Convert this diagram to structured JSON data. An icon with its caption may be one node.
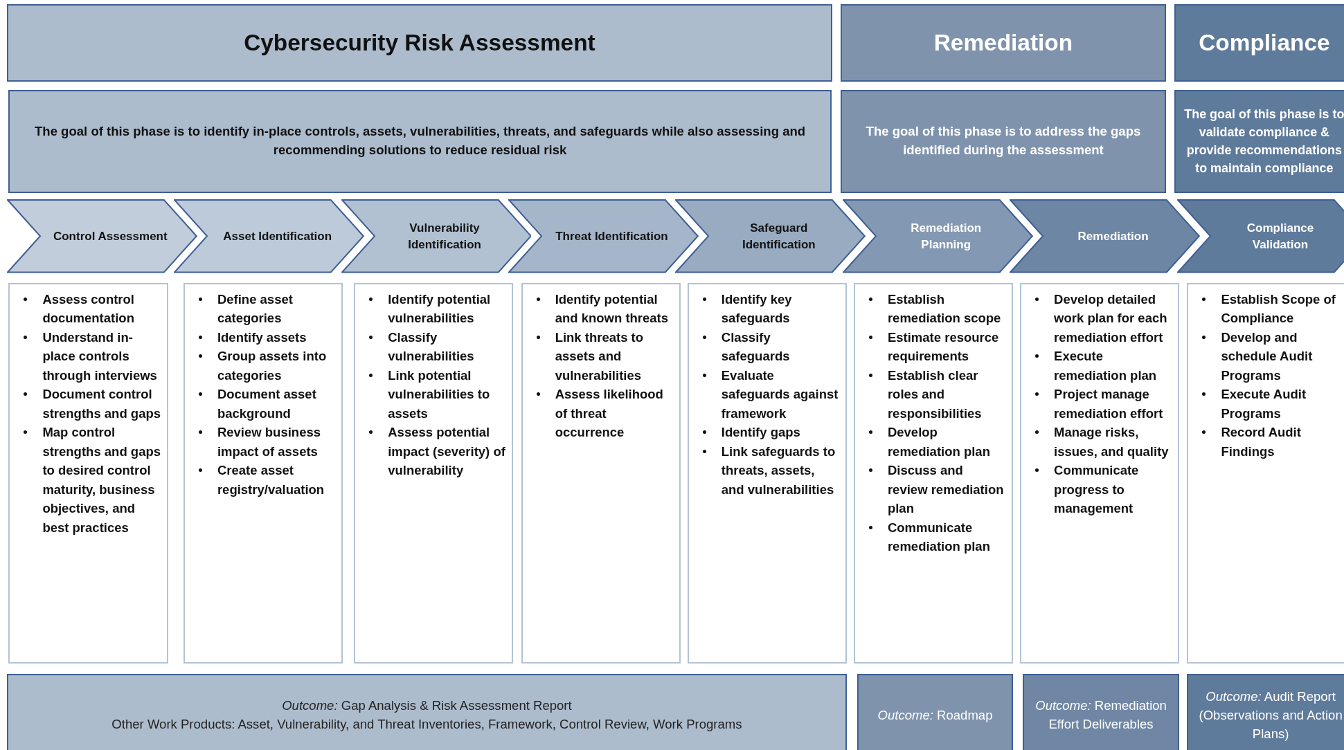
{
  "diagram": {
    "nodes": [
      {
        "text": [
          "Cybersecurity Risk Assessment"
        ]
      },
      {
        "text": [
          "Remediation"
        ]
      },
      {
        "text": [
          "Compliance"
        ]
      },
      {
        "text": [
          "The goal of this phase is to identify in-place controls, assets, vulnerabilities, threats, and safeguards while also assessing and recommending solutions to reduce residual risk"
        ]
      },
      {
        "text": [
          "The goal of this phase is to address the gaps identified during the assessment"
        ]
      },
      {
        "text": [
          "The goal of this phase is to validate compliance & provide recommendations to maintain compliance"
        ]
      },
      {
        "text": [
          "Control Assessment"
        ]
      },
      {
        "text": [
          "Asset Identification"
        ]
      },
      {
        "text": [
          "Vulnerability Identification"
        ]
      },
      {
        "text": [
          "Threat Identification"
        ]
      },
      {
        "text": [
          "Safeguard Identification"
        ]
      },
      {
        "text": [
          "Remediation Planning"
        ]
      },
      {
        "text": [
          "Remediation"
        ]
      },
      {
        "text": [
          "Compliance Validation"
        ]
      },
      {
        "text": [
          "Assess control documentation",
          "Understand in-place controls through interviews",
          "Document control strengths and gaps",
          "Map control strengths and gaps to desired control maturity, business objectives, and best practices"
        ]
      },
      {
        "text": [
          "Define asset categories",
          "Identify assets",
          "Group assets into categories",
          "Document asset background",
          "Review business impact of assets",
          "Create asset registry/valuation"
        ]
      },
      {
        "text": [
          "Identify potential vulnerabilities",
          "Classify vulnerabilities",
          "Link potential vulnerabilities to assets",
          "Assess potential impact (severity) of vulnerability"
        ]
      },
      {
        "text": [
          "Identify potential and known threats",
          "Link threats to assets and vulnerabilities",
          "Assess likelihood of threat occurrence"
        ]
      },
      {
        "text": [
          "Identify key safeguards",
          "Classify safeguards",
          "Evaluate safeguards against framework",
          "Identify gaps",
          "Link safeguards to threats, assets, and vulnerabilities"
        ]
      },
      {
        "text": [
          "Establish remediation scope",
          "Estimate resource requirements",
          "Establish clear roles and responsibilities",
          "Develop remediation plan",
          "Discuss and review remediation plan",
          "Communicate remediation plan"
        ]
      },
      {
        "text": [
          "Develop detailed work plan for each remediation effort",
          "Execute remediation plan",
          "Project manage remediation effort",
          "Manage risks, issues, and quality",
          "Communicate progress to management"
        ]
      },
      {
        "text": [
          "Establish Scope of Compliance",
          "Develop and schedule Audit Programs",
          "Execute Audit Programs",
          "Record Audit Findings"
        ]
      },
      {
        "text": [
          "*Outcome:* Gap Analysis & Risk Assessment Report",
          "Other Work Products: Asset, Vulnerability, and Threat Inventories, Framework, Control Review, Work Programs"
        ]
      },
      {
        "text": [
          "*Outcome:* Roadmap"
        ]
      },
      {
        "text": [
          "*Outcome:* Remediation Effort Deliverables"
        ]
      },
      {
        "text": [
          "*Outcome:* Audit Report (Observations and Action Plans)"
        ]
      }
    ],
    "edges": []
  }
}
